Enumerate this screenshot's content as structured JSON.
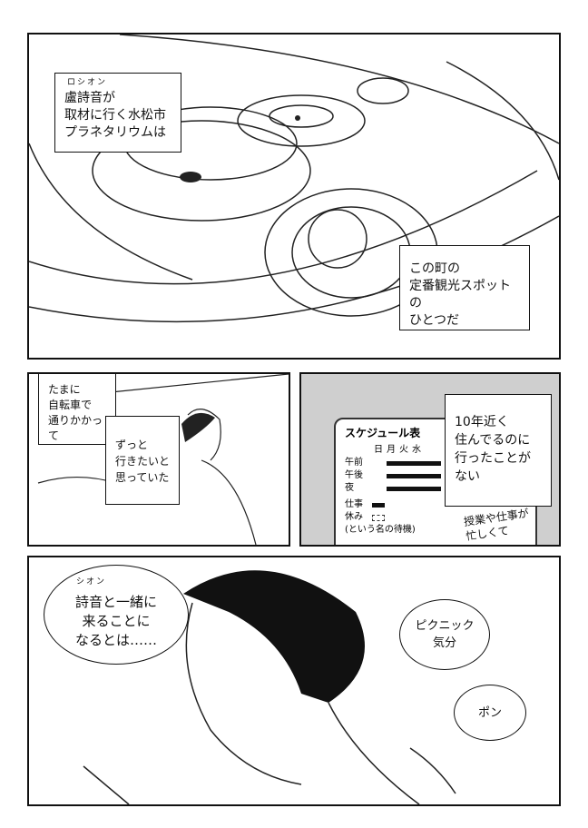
{
  "panel1": {
    "caption1": {
      "ruby": "ロシオン",
      "text": "盧詩音が\n取材に行く水松市\nプラネタリウムは"
    },
    "caption2": {
      "text": "この町の\n定番観光スポットの\nひとつだ"
    }
  },
  "panel2": {
    "caption1": {
      "text": "たまに\n自転車で\n通りかかって"
    },
    "caption2": {
      "text": "ずっと\n行きたいと\n思っていた"
    }
  },
  "panel3": {
    "schedule": {
      "title": "スケジュール表",
      "days": [
        "日",
        "月",
        "火",
        "水"
      ],
      "rows": [
        "午前",
        "午後",
        "夜"
      ],
      "legend_work": "仕事",
      "legend_rest": "休み",
      "legend_rest_note": "(という名の待機)"
    },
    "caption": {
      "text": "10年近く\n住んでるのに\n行ったことが\nない"
    },
    "handwritten_note": "授業や仕事が\n忙しくて"
  },
  "panel4": {
    "bubble1": {
      "ruby": "シオン",
      "text": "詩音と一緒に\n来ることに\nなるとは……"
    },
    "bubble2": {
      "text": "ピクニック\n気分"
    },
    "bubble3": {
      "text": "ポン"
    }
  }
}
